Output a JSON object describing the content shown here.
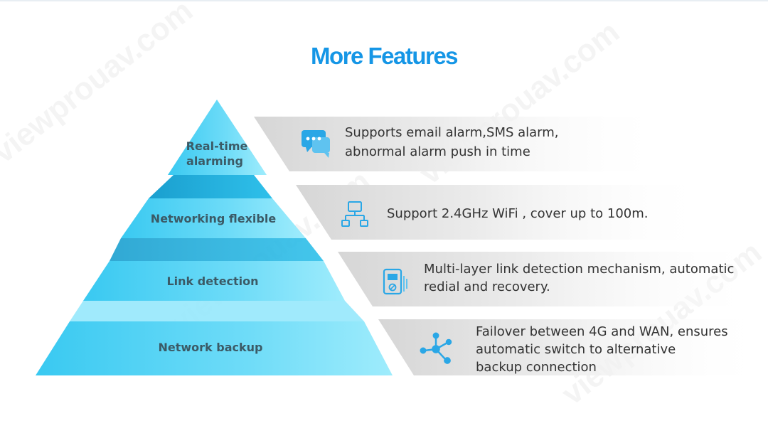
{
  "title": "More Features",
  "watermark": "viewprouav.com",
  "tiers": [
    {
      "label_lines": [
        "Real-time",
        "alarming"
      ]
    },
    {
      "label_lines": [
        "Networking flexible"
      ]
    },
    {
      "label_lines": [
        "Link detection"
      ]
    },
    {
      "label_lines": [
        "Network backup"
      ]
    }
  ],
  "features": [
    {
      "icon": "chat-bubbles-icon",
      "lines": [
        "Supports email alarm,SMS alarm,",
        "abnormal alarm push in time"
      ]
    },
    {
      "icon": "network-topology-icon",
      "lines": [
        "Support 2.4GHz WiFi , cover up to 100m."
      ]
    },
    {
      "icon": "link-detector-device-icon",
      "lines": [
        "Multi-layer link detection mechanism, automatic",
        "redial and recovery."
      ]
    },
    {
      "icon": "hub-nodes-icon",
      "lines": [
        "Failover between 4G and WAN, ensures",
        "automatic switch to alternative",
        "backup connection"
      ]
    }
  ],
  "colors": {
    "accent": "#1596e6",
    "pyramid_light": "#7fe2fa",
    "pyramid_mid": "#3ccdf3",
    "pyramid_dark": "#1aa4d2",
    "icon_blue": "#2aa7e6",
    "text": "#333333"
  }
}
